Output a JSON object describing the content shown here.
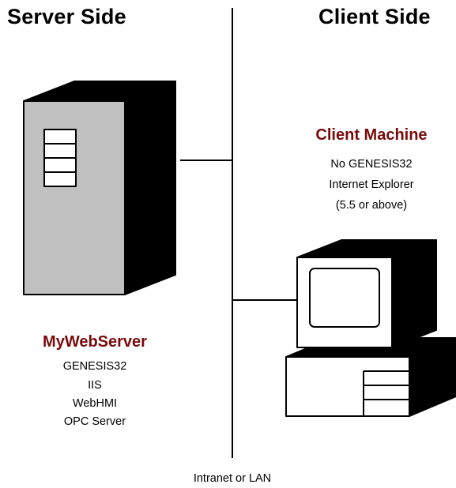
{
  "headings": {
    "server": "Server Side",
    "client": "Client Side"
  },
  "server": {
    "name": "MyWebServer",
    "software": [
      "GENESIS32",
      "IIS",
      "WebHMI",
      "OPC Server"
    ]
  },
  "client": {
    "name": "Client Machine",
    "details": [
      "No GENESIS32",
      "Internet Explorer",
      "(5.5 or above)"
    ]
  },
  "network": {
    "label": "Intranet or LAN"
  },
  "colors": {
    "machine_title": "#7a0a0a",
    "shade": "#c0c0c0",
    "stroke": "#000000"
  },
  "icons": {
    "server": "server-tower-icon",
    "client": "desktop-computer-icon"
  }
}
